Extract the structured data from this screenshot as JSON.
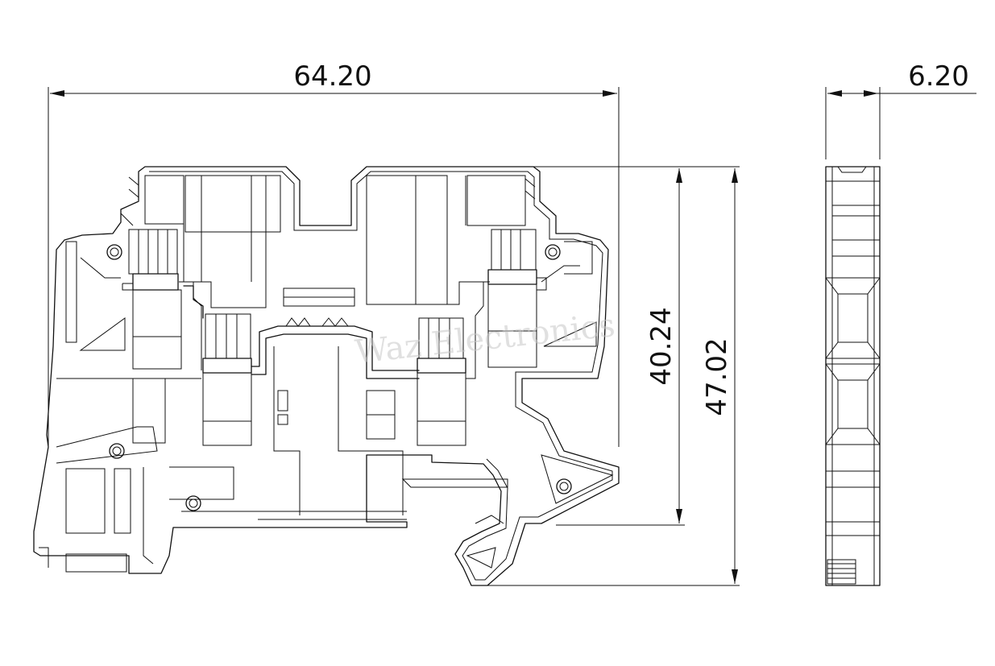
{
  "dimensions": {
    "overall_width": "64.20",
    "thickness": "6.20",
    "height_inner": "40.24",
    "height_total": "47.02"
  },
  "watermark": "Waz Electronics",
  "colors": {
    "line": "#111111",
    "watermark": "#c8c8c8",
    "background": "#ffffff"
  }
}
